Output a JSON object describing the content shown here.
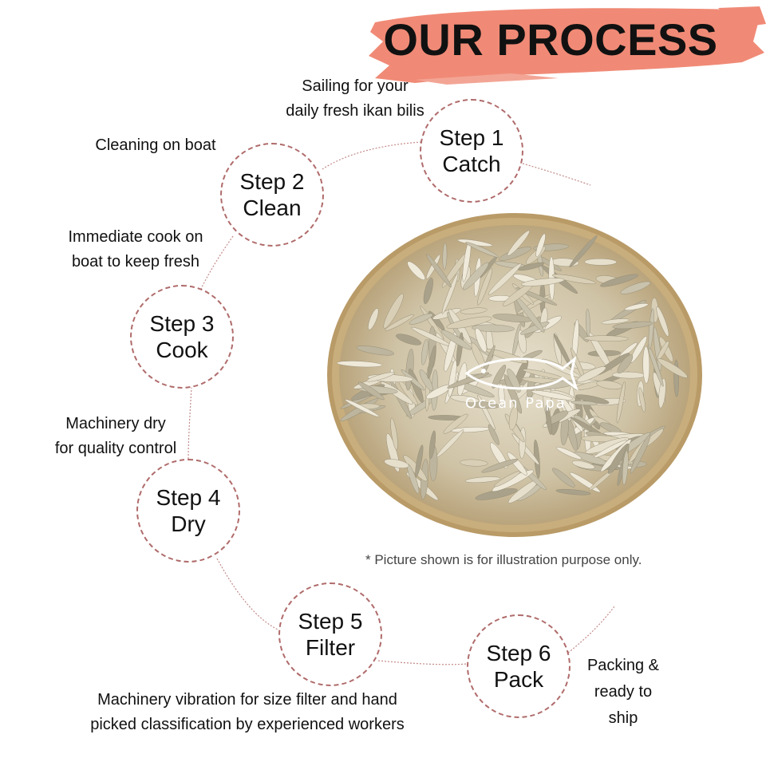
{
  "header": {
    "title": "OUR PROCESS",
    "banner_color": "#f08a76"
  },
  "steps": [
    {
      "line1": "Step 1",
      "line2": "Catch",
      "desc": [
        "Sailing for your",
        "daily fresh ikan bilis"
      ]
    },
    {
      "line1": "Step 2",
      "line2": "Clean",
      "desc": [
        "Cleaning on boat"
      ]
    },
    {
      "line1": "Step 3",
      "line2": "Cook",
      "desc": [
        "Immediate cook on",
        "boat to keep fresh"
      ]
    },
    {
      "line1": "Step 4",
      "line2": "Dry",
      "desc": [
        "Machinery dry",
        "for quality control"
      ]
    },
    {
      "line1": "Step 5",
      "line2": "Filter",
      "desc": [
        "Machinery vibration for size filter and hand",
        "picked classification by experienced workers"
      ]
    },
    {
      "line1": "Step 6",
      "line2": "Pack",
      "desc": [
        "Packing &",
        "ready to",
        "ship"
      ]
    }
  ],
  "photo": {
    "logo": "Ocean Papa",
    "note": "* Picture shown is for illustration purpose only."
  },
  "colors": {
    "circle_border": "#b06b6b",
    "basket": "#cdb58a",
    "fish": "#d9d2bd"
  }
}
